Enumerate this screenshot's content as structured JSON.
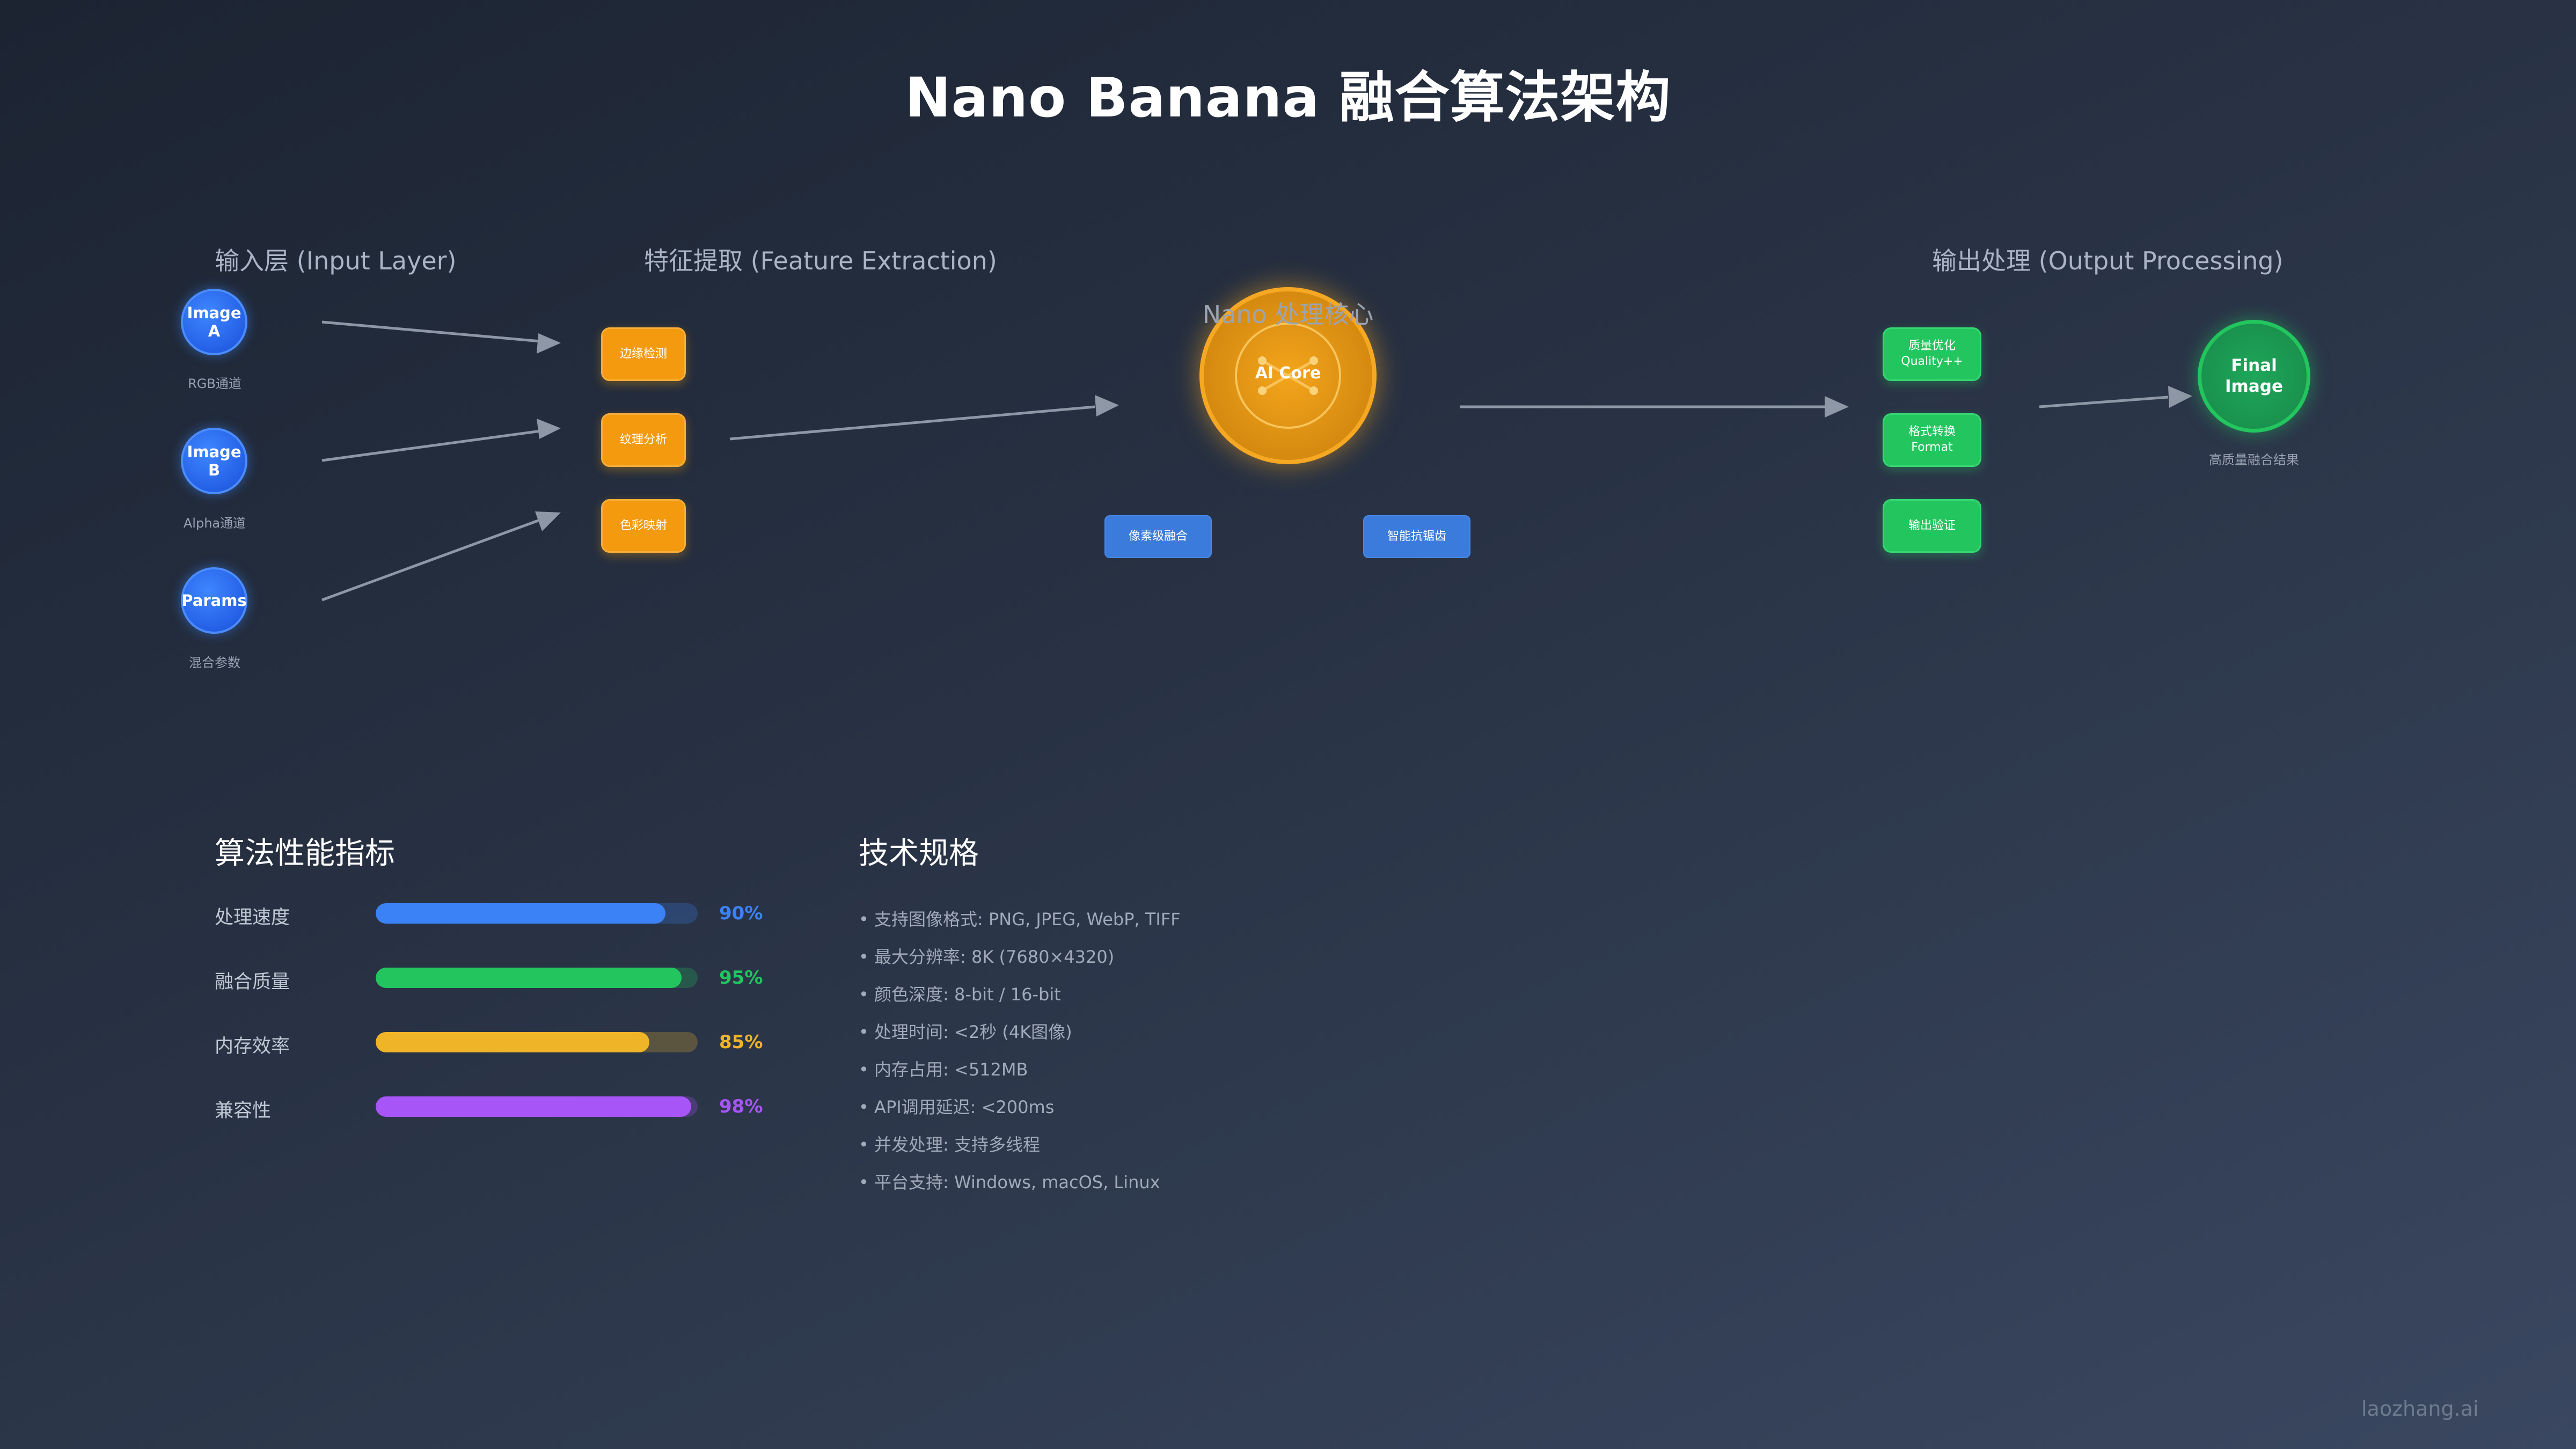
{
  "title": "Nano Banana 融合算法架构",
  "sections": {
    "input": "输入层 (Input Layer)",
    "feature": "特征提取 (Feature Extraction)",
    "core": "Nano 处理核心",
    "output": "输出处理 (Output Processing)"
  },
  "inputs": [
    {
      "label": "Image A",
      "caption": "RGB通道"
    },
    {
      "label": "Image B",
      "caption": "Alpha通道"
    },
    {
      "label": "Params",
      "caption": "混合参数"
    }
  ],
  "features": [
    "边缘检测",
    "纹理分析",
    "色彩映射"
  ],
  "core": {
    "label": "AI Core",
    "sub_left": "像素级融合",
    "sub_right": "智能抗锯齿"
  },
  "outputs": [
    {
      "line1": "质量优化",
      "line2": "Quality++"
    },
    {
      "line1": "格式转换",
      "line2": "Format"
    },
    {
      "line1": "输出验证",
      "line2": ""
    }
  ],
  "final": {
    "line1": "Final",
    "line2": "Image",
    "caption": "高质量融合结果"
  },
  "metrics": {
    "title": "算法性能指标",
    "items": [
      {
        "label": "处理速度",
        "value": 90,
        "display": "90%",
        "color": "#3b82f6"
      },
      {
        "label": "融合质量",
        "value": 95,
        "display": "95%",
        "color": "#22c55e"
      },
      {
        "label": "内存效率",
        "value": 85,
        "display": "85%",
        "color": "#f0b429"
      },
      {
        "label": "兼容性",
        "value": 98,
        "display": "98%",
        "color": "#a855f7"
      }
    ]
  },
  "specs": {
    "title": "技术规格",
    "items": [
      "• 支持图像格式: PNG, JPEG, WebP, TIFF",
      "• 最大分辨率: 8K (7680×4320)",
      "• 颜色深度: 8-bit / 16-bit",
      "• 处理时间: <2秒 (4K图像)",
      "• 内存占用: <512MB",
      "• API调用延迟: <200ms",
      "• 并发处理: 支持多线程",
      "• 平台支持: Windows, macOS, Linux"
    ]
  },
  "watermark": "laozhang.ai"
}
